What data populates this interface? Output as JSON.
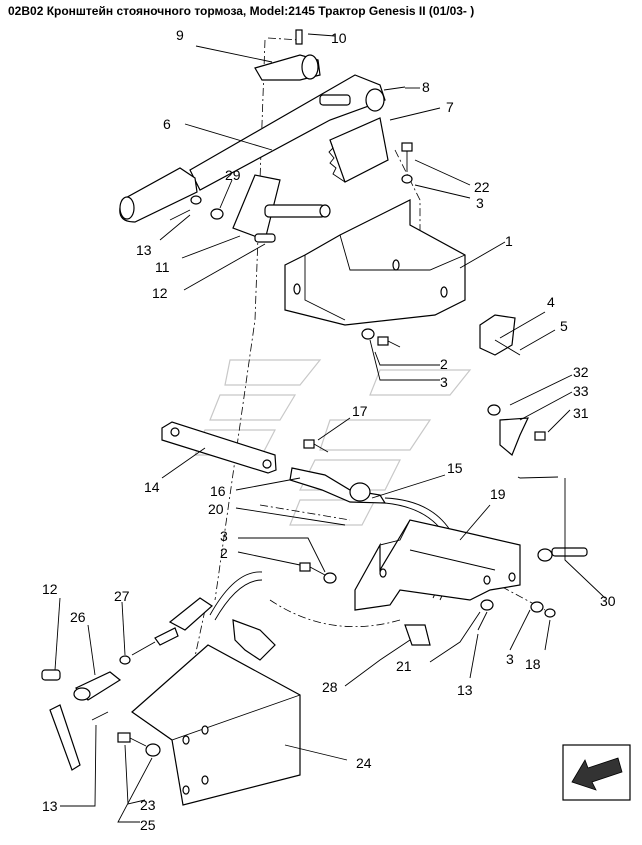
{
  "title": "02B02 Кронштейн стояночного тормоза, Model:2145 Трактор Genesis II (01/03- )",
  "callouts": {
    "c1": "1",
    "c2a": "2",
    "c2b": "2",
    "c3a": "3",
    "c3b": "3",
    "c3c": "3",
    "c3d": "3",
    "c4": "4",
    "c5": "5",
    "c6": "6",
    "c7": "7",
    "c8": "8",
    "c9": "9",
    "c10": "10",
    "c11": "11",
    "c12a": "12",
    "c12b": "12",
    "c13a": "13",
    "c13b": "13",
    "c13c": "13",
    "c14": "14",
    "c15": "15",
    "c16": "16",
    "c17": "17",
    "c18": "18",
    "c19": "19",
    "c20": "20",
    "c21": "21",
    "c22": "22",
    "c23": "23",
    "c24": "24",
    "c25": "25",
    "c26": "26",
    "c27": "27",
    "c28": "28",
    "c29": "29",
    "c30": "30",
    "c31": "31",
    "c32": "32",
    "c33": "33"
  },
  "nav_icon": "arrow-back-icon"
}
